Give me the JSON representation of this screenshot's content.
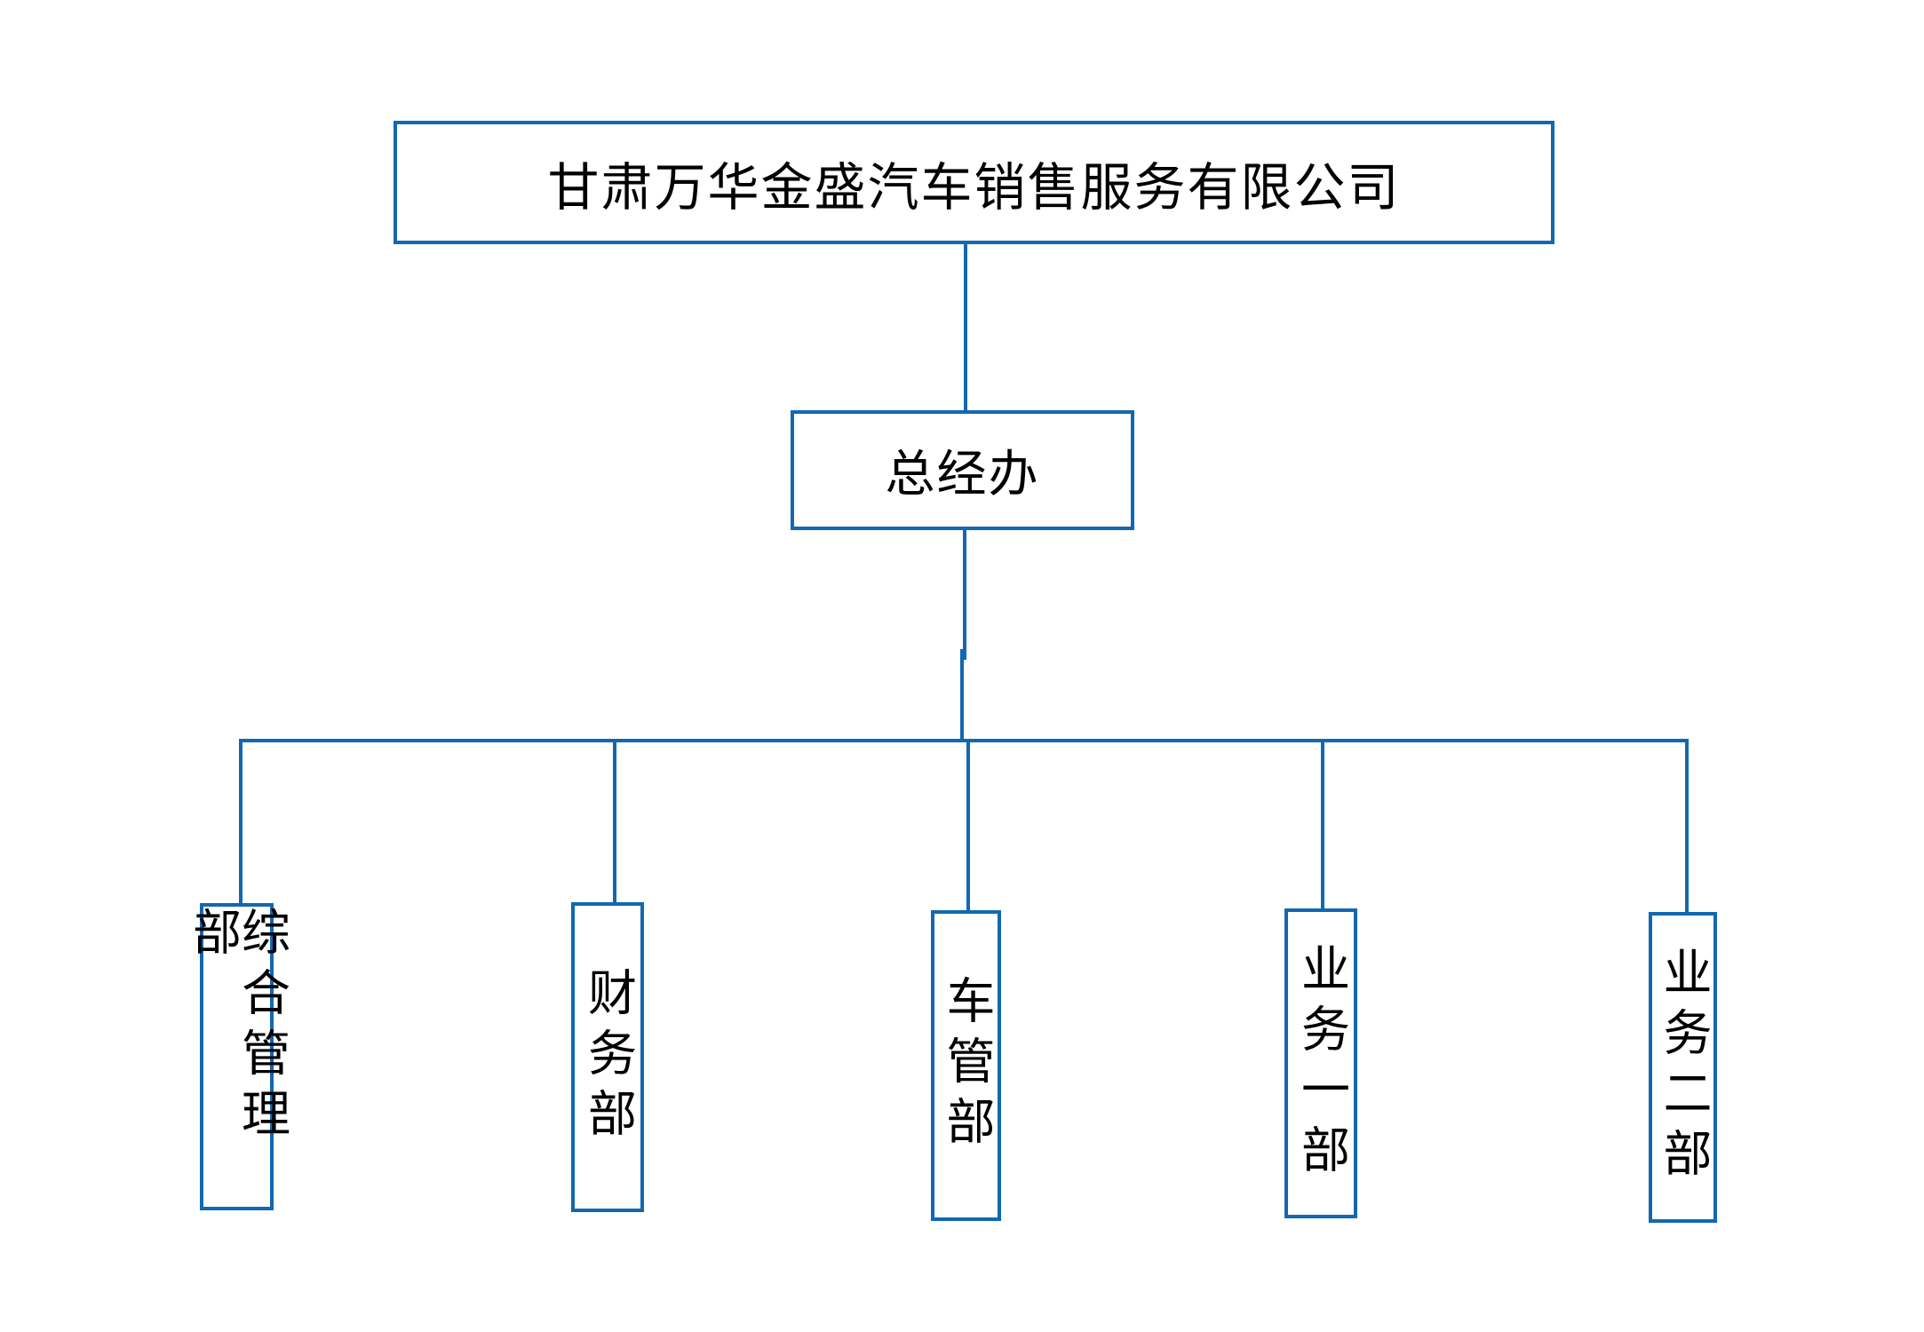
{
  "diagram": {
    "type": "org-chart",
    "background_color": "#ffffff",
    "line_color": "#1268B1",
    "text_color": "#000000",
    "root": {
      "label": "甘肃万华金盛汽车销售服务有限公司"
    },
    "level2": {
      "label": "总经办"
    },
    "departments": [
      {
        "label": "综合管理部"
      },
      {
        "label": "财务部"
      },
      {
        "label": "车管部"
      },
      {
        "label": "业务一部"
      },
      {
        "label": "业务二部"
      }
    ]
  }
}
